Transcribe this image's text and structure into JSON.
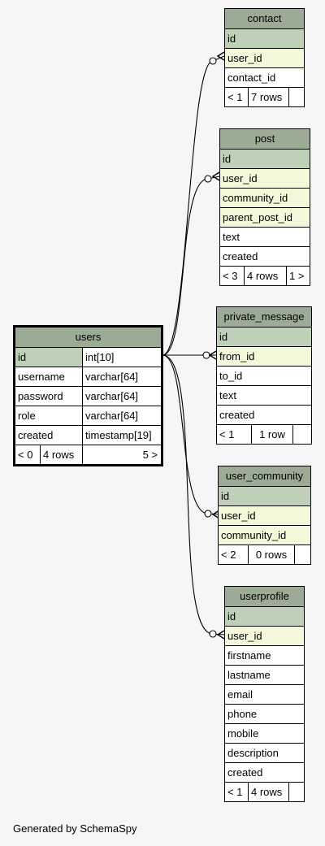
{
  "users": {
    "name": "users",
    "columns": [
      {
        "name": "id",
        "type": "int[10]",
        "key": "pk"
      },
      {
        "name": "username",
        "type": "varchar[64]",
        "key": ""
      },
      {
        "name": "password",
        "type": "varchar[64]",
        "key": ""
      },
      {
        "name": "role",
        "type": "varchar[64]",
        "key": ""
      },
      {
        "name": "created",
        "type": "timestamp[19]",
        "key": ""
      }
    ],
    "footer": {
      "parents": "< 0",
      "rows": "4 rows",
      "children": "5 >"
    }
  },
  "contact": {
    "name": "contact",
    "columns": [
      "id",
      "user_id",
      "contact_id"
    ],
    "footer": {
      "parents": "< 1",
      "rows": "7 rows",
      "children": ""
    }
  },
  "post": {
    "name": "post",
    "columns": [
      "id",
      "user_id",
      "community_id",
      "parent_post_id",
      "text",
      "created"
    ],
    "footer": {
      "parents": "< 3",
      "rows": "4 rows",
      "children": "1 >"
    }
  },
  "private_message": {
    "name": "private_message",
    "columns": [
      "id",
      "from_id",
      "to_id",
      "text",
      "created"
    ],
    "footer": {
      "parents": "< 1",
      "rows": "1 row",
      "children": ""
    }
  },
  "user_community": {
    "name": "user_community",
    "columns": [
      "id",
      "user_id",
      "community_id"
    ],
    "footer": {
      "parents": "< 2",
      "rows": "0 rows",
      "children": ""
    }
  },
  "userprofile": {
    "name": "userprofile",
    "columns": [
      "id",
      "user_id",
      "firstname",
      "lastname",
      "email",
      "phone",
      "mobile",
      "description",
      "created"
    ],
    "footer": {
      "parents": "< 1",
      "rows": "4 rows",
      "children": ""
    }
  },
  "footer_text": "Generated by SchemaSpy",
  "colors": {
    "header": "#9bab96",
    "primary_key": "#bed1b8",
    "foreign_key": "#f4f7da",
    "background": "#f6f6f6"
  }
}
